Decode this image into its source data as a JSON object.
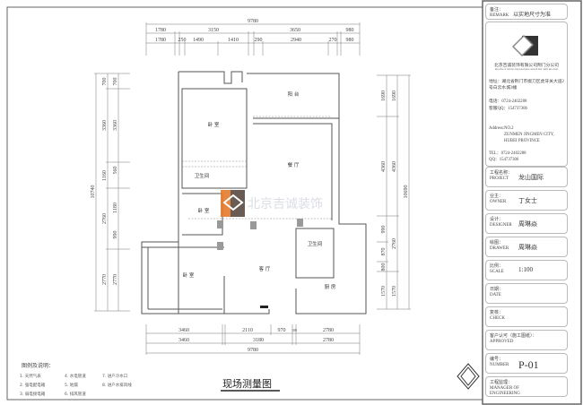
{
  "drawing_title": "现场测量图",
  "watermark": "北京吉诚装饰",
  "legend": {
    "title": "图例及说明：",
    "items": [
      "1. 天然气表",
      "2. 强电配电箱",
      "3. 弱电接电箱",
      "4. 水电管道",
      "5. 地漏",
      "6. 排风管道",
      "7. 进户冷水口",
      "8. 进户水排风线"
    ]
  },
  "rooms": {
    "balcony": "阳 台",
    "bedroom_1": "卧 室",
    "dining": "餐 厅",
    "bathroom_1": "卫生间",
    "bedroom_2": "卧 室",
    "bedroom_3": "卧 室",
    "living": "客 厅",
    "bathroom_2": "卫生间",
    "kitchen": "厨 房"
  },
  "dimensions": {
    "top_total": "9780",
    "top_row1": [
      "1780",
      "3150",
      "3650",
      "980"
    ],
    "top_row2": [
      "1780",
      "250",
      "1490",
      "1410",
      "290",
      "2940",
      "270",
      "980"
    ],
    "bottom_row1": [
      "3460",
      "2110",
      "970",
      "100",
      "2780"
    ],
    "bottom_row2": [
      "3460",
      "3180",
      "2780"
    ],
    "bottom_total": "9780",
    "left_total": "10740",
    "left_row1": [
      "700",
      "3360",
      "1160",
      "2760",
      "2770"
    ],
    "left_row2": [
      "700",
      "3360",
      "560",
      "1180",
      "990",
      "2770"
    ],
    "right_row1": [
      "1690",
      "4360",
      "990",
      "870",
      "800",
      "1570"
    ],
    "right_row2": [
      "1690",
      "4360",
      "2760",
      "1570"
    ],
    "right_total": "10690"
  },
  "title_block": {
    "note_label": "备注：\nREMARK",
    "note_value": "以实地尺寸为准",
    "company_name": "北京吉诚装饰有限公司荆门分公司",
    "company_en": "BEI JING JI CHENG DECORATION GROUP JING MEN BRANCH",
    "address": "地址：湖北省荆门市掇刀区虎牙关大道2号白云水城3幢",
    "phone": "电话：0724-2402288",
    "service": "客服QQ：154737306",
    "address_en_1": "Address:NO.2",
    "address_en_2": "ZUNMEN JINGMEN CITY,",
    "address_en_3": "HUBEI PROVINCE",
    "tel_en": "TEL：0724-2402288",
    "qq_en": "QQ：154737306",
    "fields": [
      {
        "label": "工程名称：\nPROJECT",
        "value": "龙山国际"
      },
      {
        "label": "业主：\nOWNER",
        "value": "丁女士"
      },
      {
        "label": "设计：\nDESIGNER",
        "value": "周琳焱"
      },
      {
        "label": "绘图：\nDRAWER",
        "value": "周琳焱"
      },
      {
        "label": "比例：\nSCALE",
        "value": "1:100"
      },
      {
        "label": "日期：\nDATE",
        "value": ""
      },
      {
        "label": "复核：\nCHECK",
        "value": ""
      },
      {
        "label": "客户认可（施工图纸）：\nAPPROVED",
        "value": ""
      },
      {
        "label": "编号：\nNUMBER",
        "value": "P-01"
      },
      {
        "label": "工程监理：\nMANAGER OF\nENGINEERING",
        "value": ""
      }
    ]
  },
  "colors": {
    "logo_orange": "#e5792b",
    "logo_dark": "#5a4a42",
    "line": "#555555"
  }
}
